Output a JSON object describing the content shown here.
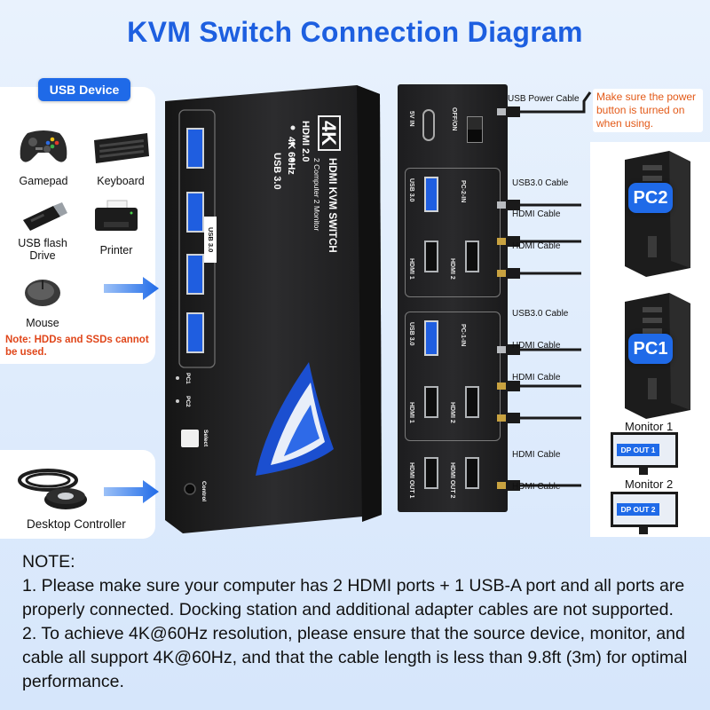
{
  "title": "KVM Switch Connection Diagram",
  "usb_device": {
    "badge": "USB Device",
    "devices": [
      {
        "label": "Gamepad"
      },
      {
        "label": "Keyboard"
      },
      {
        "label": "USB flash Drive"
      },
      {
        "label": "Printer"
      },
      {
        "label": "Mouse"
      }
    ],
    "note": "Note:  HDDs and SSDs cannot be used."
  },
  "controller": {
    "label": "Desktop Controller"
  },
  "kvm_front": {
    "badge_4k": "4K",
    "spec_lines": [
      "HDMI 2.0",
      "4K 60Hz",
      "USB 3.0"
    ],
    "model": "HDMI  KVM SWITCH",
    "model_sub": "2 Computer 2 Monitor",
    "usb_label": "USB 3.0",
    "pc1": "PC1",
    "pc2": "PC2",
    "select": "Select",
    "control": "Control"
  },
  "kvm_back": {
    "power_in": "5V IN",
    "power_switch": "OFF/ON",
    "pc2_in": "PC-2-IN",
    "pc1_in": "PC-1-IN",
    "usb30": "USB 3.0",
    "hdmi1": "HDMI 1",
    "hdmi2": "HDMI 2",
    "hdmi_out1": "HDMI OUT 1",
    "hdmi_out2": "HDMI OUT 2"
  },
  "cables": {
    "usb_power": "USB Power Cable",
    "usb30": "USB3.0 Cable",
    "hdmi": "HDMI Cable"
  },
  "power_note": "Make sure the power button is turned on when using.",
  "pc2": "PC2",
  "pc1": "PC1",
  "monitor1": {
    "label": "Monitor 1",
    "screen": "DP OUT 1"
  },
  "monitor2": {
    "label": "Monitor 2",
    "screen": "DP OUT 2"
  },
  "note": {
    "heading": "NOTE:",
    "line1": "1. Please make sure your computer has 2 HDMI ports + 1 USB-A port and all ports are properly connected. Docking station and additional adapter cables are not supported.",
    "line2": "2. To achieve 4K@60Hz resolution, please ensure that the source device, monitor, and cable all support 4K@60Hz, and that the cable length is less than 9.8ft (3m) for optimal performance."
  },
  "colors": {
    "accent": "#1f6ae8",
    "title": "#1d5fe0",
    "warning": "#e0461a"
  }
}
